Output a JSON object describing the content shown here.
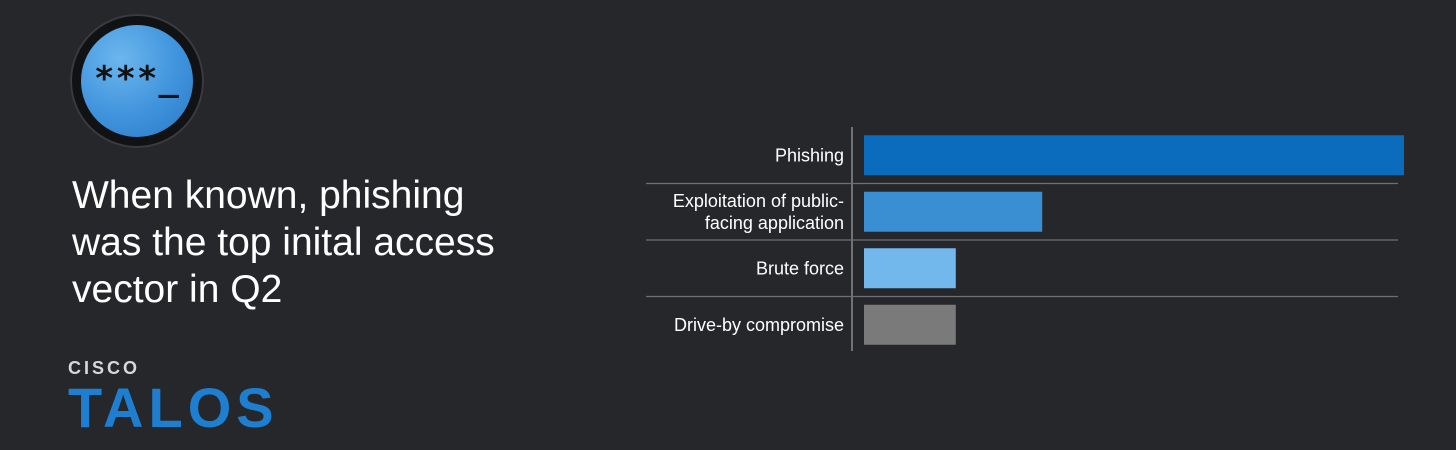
{
  "badge": {
    "text": "***_",
    "icon": "password-prompt-icon"
  },
  "headline": "When known, phishing was the top inital access vector in Q2",
  "brand": {
    "company": "CISCO",
    "product": "TALOS",
    "product_color": "#1e7fd0"
  },
  "chart_data": {
    "type": "bar",
    "orientation": "horizontal",
    "categories": [
      [
        "Phishing"
      ],
      [
        "Exploitation of public-",
        "facing application"
      ],
      [
        "Brute force"
      ],
      [
        "Drive-by compromise"
      ]
    ],
    "values": [
      100,
      33,
      17,
      17
    ],
    "colors": [
      "#0b6bbd",
      "#3a8fd3",
      "#73b8ec",
      "#7a7a7a"
    ],
    "xlim": [
      0,
      100
    ],
    "grid": false,
    "legend": "none"
  }
}
